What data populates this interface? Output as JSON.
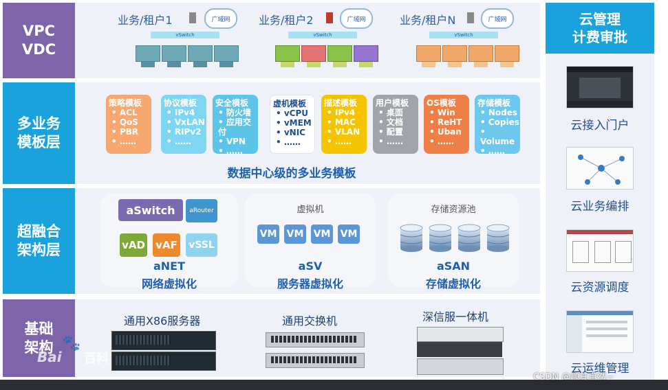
{
  "layers": {
    "vpc": {
      "label": "VPC\nVDC",
      "tenants": [
        "业务/租户1",
        "业务/租户2",
        "业务/租户N"
      ],
      "wan": "广域网",
      "vswitch": "vSwitch"
    },
    "template": {
      "label": "多业务\n模板层",
      "caption": "数据中心级的多业务模板",
      "cards": [
        {
          "title": "策略模板",
          "items": [
            "ACL",
            "QoS",
            "PBR",
            "……"
          ],
          "bg": "#f6a870",
          "color": "#ffffff"
        },
        {
          "title": "协议模板",
          "items": [
            "IPv4",
            "VxLAN",
            "RIPv2",
            "……"
          ],
          "bg": "#7fd6f0",
          "color": "#ffffff"
        },
        {
          "title": "安全模板",
          "items": [
            "防火墙",
            "应用交付",
            "VPN",
            "……"
          ],
          "bg": "#5cc5e8",
          "color": "#ffffff"
        },
        {
          "title": "虚机模板",
          "items": [
            "vCPU",
            "vMEM",
            "vNIC",
            "……"
          ],
          "bg": "#ffffff",
          "color": "#1f4f8e"
        },
        {
          "title": "描述模板",
          "items": [
            "IPv4",
            "MAC",
            "VLAN",
            "……"
          ],
          "bg": "#f4c400",
          "color": "#ffffff"
        },
        {
          "title": "用户模板",
          "items": [
            "桌面",
            "文档",
            "配置",
            "……"
          ],
          "bg": "#a0a4aa",
          "color": "#ffffff"
        },
        {
          "title": "OS模板",
          "items": [
            "Win",
            "ReHT",
            "Uban",
            "……"
          ],
          "bg": "#ee7f46",
          "color": "#ffffff"
        },
        {
          "title": "存储模板",
          "items": [
            "Nodes",
            "Copies",
            "Volume",
            "……"
          ],
          "bg": "#6ec8ee",
          "color": "#ffffff"
        }
      ]
    },
    "hci": {
      "label": "超融合\n架构层",
      "anet": {
        "blocks": {
          "aswitch": "aSwitch",
          "arouter": "aRouter",
          "vad": "vAD",
          "vaf": "vAF",
          "vssl": "vSSL"
        },
        "name": "aNET",
        "desc": "网络虚拟化"
      },
      "asv": {
        "title": "虚拟机",
        "vms": [
          "VM",
          "VM",
          "VM",
          "VM"
        ],
        "name": "aSV",
        "desc": "服务器虚拟化"
      },
      "asan": {
        "title": "存储资源池",
        "name": "aSAN",
        "desc": "存储虚拟化"
      }
    },
    "infra": {
      "label": "基础\n架构",
      "items": [
        "通用X86服务器",
        "通用交换机",
        "深信服一体机"
      ]
    }
  },
  "sidebar": {
    "title": "云管理\n计费审批",
    "items": [
      "云接入门户",
      "云业务编排",
      "云资源调度",
      "云运维管理"
    ]
  },
  "watermark": {
    "baidu_left": "Bai",
    "baidu_right": "百科",
    "csdn": "CSDN @顺其自然~"
  }
}
